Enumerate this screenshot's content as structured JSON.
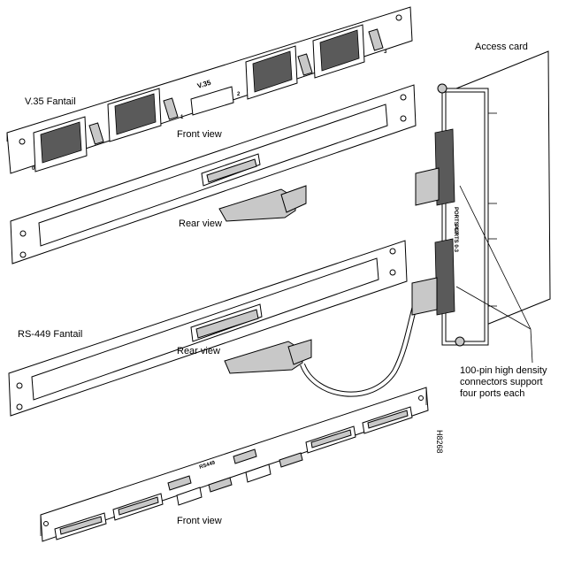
{
  "labels": {
    "access_card": "Access card",
    "v35_fantail": "V.35 Fantail",
    "front_view_top": "Front view",
    "rear_view_top": "Rear view",
    "rs449_fantail": "RS-449  Fantail",
    "rear_view_bottom": "Rear view",
    "front_view_bottom": "Front view",
    "callout_line1": "100-pin high density",
    "callout_line2": "connectors support",
    "callout_line3": "four ports each",
    "figure_id": "H8268",
    "v35_panel_text": "V.35",
    "rs449_panel_text": "RS449",
    "ports_upper": "PORTS 4-7",
    "ports_lower": "PORTS 0-3",
    "port_num_1": "1",
    "port_num_2": "2",
    "port_num_3": "3",
    "port_num_0": "0"
  }
}
